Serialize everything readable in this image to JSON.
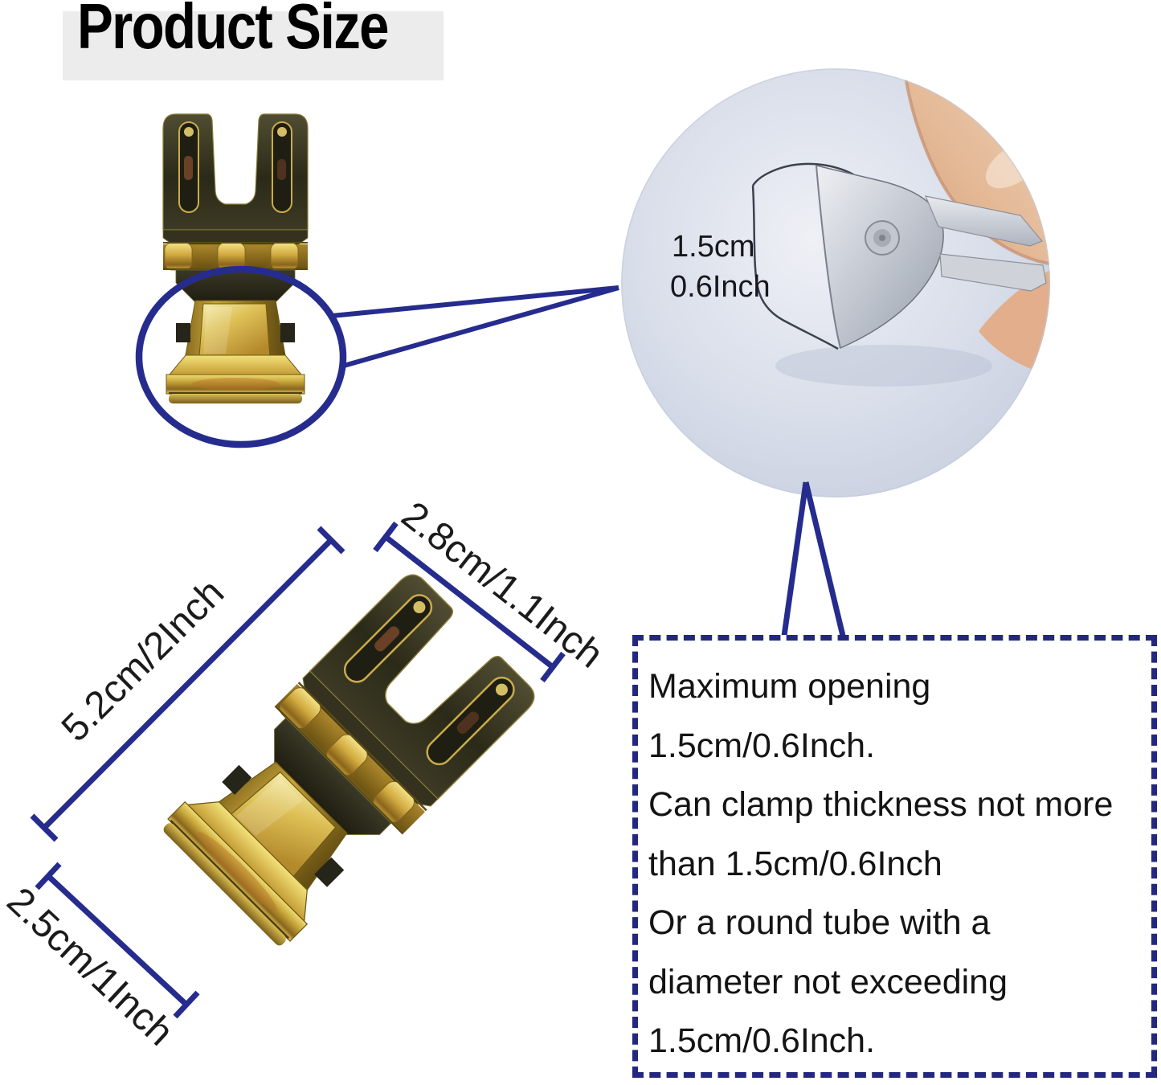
{
  "title": "Product Size",
  "inset": {
    "size_cm": "1.5cm",
    "size_inch": "0.6Inch"
  },
  "dimensions": {
    "overall_length": "5.2cm/2Inch",
    "top_width": "2.8cm/1.1Inch",
    "clip_width": "2.5cm/1Inch"
  },
  "info_box": {
    "lines": [
      "Maximum opening",
      "1.5cm/0.6Inch.",
      "Can clamp thickness not more",
      "than 1.5cm/0.6Inch",
      "Or a round tube with a",
      "diameter not exceeding",
      "1.5cm/0.6Inch."
    ]
  },
  "colors": {
    "annotation_navy": "#262c8e",
    "dashed_border_navy": "#23277f",
    "gold": "#d9b84a",
    "title_bg": "#edecec",
    "inset_photo_bg": "#d3dae6"
  }
}
